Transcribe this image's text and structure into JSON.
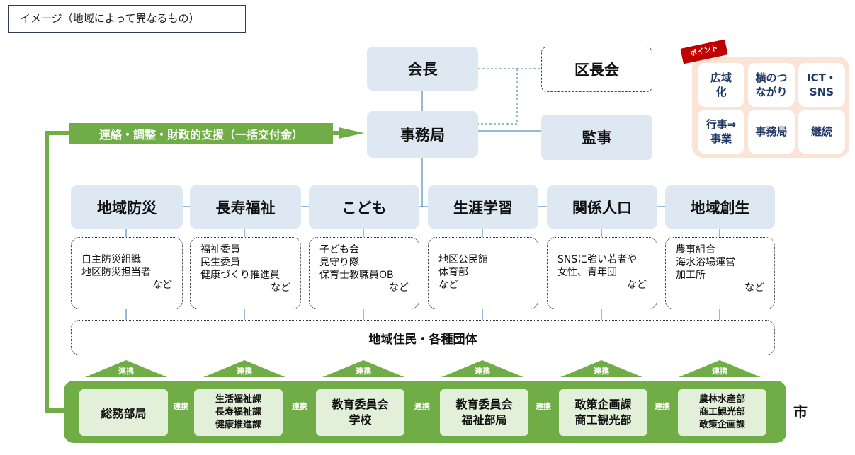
{
  "title": "イメージ（地域によって異なるもの）",
  "top": {
    "chair": "会長",
    "ward_council": "区長会",
    "secretariat": "事務局",
    "auditor": "監事",
    "support_arrow": "連絡・調整・財政的支援（一括交付金）"
  },
  "sections": [
    {
      "name": "地域防災",
      "members": [
        "自主防災組織",
        "地区防災担当者"
      ],
      "etc": "など"
    },
    {
      "name": "長寿福祉",
      "members": [
        "福祉委員",
        "民生委員",
        "健康づくり推進員"
      ],
      "etc": "など"
    },
    {
      "name": "こども",
      "members": [
        "子ども会",
        "見守り隊",
        "保育士教職員OB"
      ],
      "etc": "など"
    },
    {
      "name": "生涯学習",
      "members": [
        "地区公民館",
        "体育部",
        "など"
      ],
      "etc": ""
    },
    {
      "name": "関係人口",
      "members": [
        "SNSに強い若者や",
        "女性、青年団"
      ],
      "etc": "など"
    },
    {
      "name": "地域創生",
      "members": [
        "農事組合",
        "海水浴場運営",
        "加工所"
      ],
      "etc": "など"
    }
  ],
  "residents": "地域住民・各種団体",
  "link_label": "連携",
  "city_label": "市",
  "city_departments": [
    [
      "総務部局"
    ],
    [
      "生活福祉課",
      "長寿福祉課",
      "健康推進課"
    ],
    [
      "教育委員会",
      "学校"
    ],
    [
      "教育委員会",
      "福祉部局"
    ],
    [
      "政策企画課",
      "商工観光部"
    ],
    [
      "農林水産部",
      "商工観光部",
      "政策企画課"
    ]
  ],
  "point": {
    "tag": "ポイント",
    "items": [
      [
        "広域",
        "化"
      ],
      [
        "横のつ",
        "ながり"
      ],
      [
        "ICT・",
        "SNS"
      ],
      [
        "行事⇒",
        "事業"
      ],
      [
        "事務局"
      ],
      [
        "継続"
      ]
    ]
  },
  "colors": {
    "green": "#70ad47",
    "light_green": "#e2efd9",
    "blue_box": "#dde8f3",
    "point_bg": "#fbe3d6",
    "tag_red": "#c00000"
  }
}
